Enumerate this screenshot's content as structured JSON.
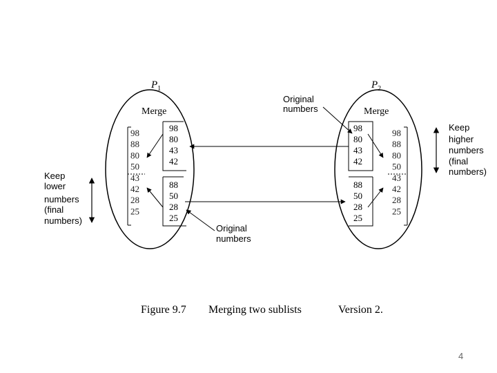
{
  "diagram": {
    "p1": {
      "label": "P",
      "sub": "1",
      "merge": "Merge",
      "merged_col": [
        "98",
        "88",
        "80",
        "50",
        "43",
        "42",
        "28",
        "25"
      ],
      "top_list": [
        "98",
        "80",
        "43",
        "42"
      ],
      "bottom_list": [
        "88",
        "50",
        "28",
        "25"
      ]
    },
    "p2": {
      "label": "P",
      "sub": "2",
      "merge": "Merge",
      "merged_col": [
        "98",
        "88",
        "80",
        "50",
        "43",
        "42",
        "28",
        "25"
      ],
      "top_list": [
        "98",
        "80",
        "43",
        "42"
      ],
      "bottom_list": [
        "88",
        "50",
        "28",
        "25"
      ]
    },
    "keep_lower": [
      "Keep",
      "lower",
      "numbers",
      "(final",
      "numbers)"
    ],
    "keep_higher": [
      "Keep",
      "higher",
      "numbers",
      "(final",
      "numbers)"
    ],
    "original_top": [
      "Original",
      "numbers"
    ],
    "original_bottom": [
      "Original",
      "numbers"
    ]
  },
  "caption": {
    "figure": "Figure 9.7",
    "title": "Merging two sublists",
    "version": "Version 2."
  },
  "page_number": "4"
}
